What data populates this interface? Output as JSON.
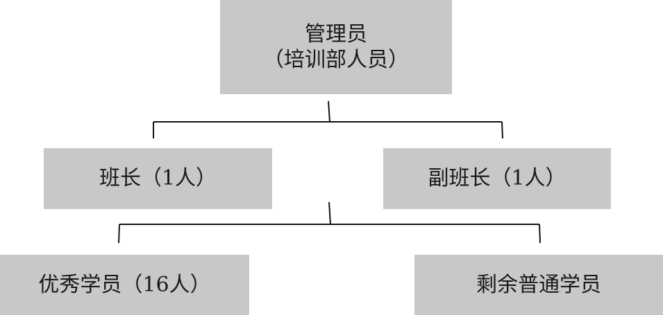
{
  "nodes": {
    "admin": {
      "title": "管理员",
      "subtitle": "（培训部人员）"
    },
    "monitor": {
      "label": "班长（1人）"
    },
    "vice_monitor": {
      "label": "副班长（1人）"
    },
    "excellent_students": {
      "label": "优秀学员（16人）"
    },
    "regular_students": {
      "label": "剩余普通学员"
    }
  },
  "colors": {
    "node_fill": "#c8c8c8",
    "line": "#111111",
    "text": "#1a1a1a"
  }
}
